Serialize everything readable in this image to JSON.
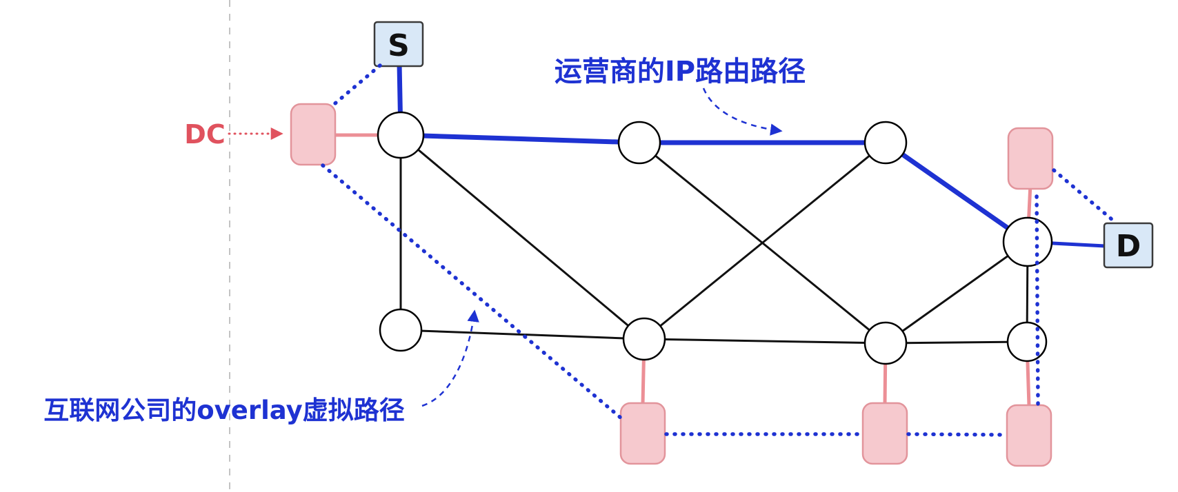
{
  "title": "Overlay network vs operator IP routing diagram",
  "palette": {
    "blue": "#1e32d2",
    "black": "#111111",
    "pink_fill": "#f6c9ce",
    "pink_stroke": "#e2949b",
    "pink_link": "#ec8f96",
    "endpoint_fill": "#d9e8f7",
    "endpoint_stroke": "#3a3a3a",
    "router_fill": "#ffffff",
    "red": "#e0525e",
    "divider_gray": "#c3c3c3"
  },
  "labels": {
    "source": "S",
    "destination": "D",
    "dc": "DC",
    "ip_path": "运营商的IP路由路径",
    "overlay_path": "互联网公司的overlay虚拟路径"
  },
  "diagram": {
    "routers": [
      "R1",
      "R2",
      "R3",
      "R4",
      "R5",
      "R6",
      "R7",
      "R8"
    ],
    "datacenters": [
      "DC1",
      "DC2",
      "DC3",
      "DC4",
      "DC5"
    ],
    "endpoints": [
      "S",
      "D"
    ],
    "physical_links": [
      [
        "R1",
        "R2"
      ],
      [
        "R2",
        "R3"
      ],
      [
        "R3",
        "R4"
      ],
      [
        "R1",
        "R5"
      ],
      [
        "R1",
        "R6"
      ],
      [
        "R2",
        "R7"
      ],
      [
        "R3",
        "R6"
      ],
      [
        "R4",
        "R7"
      ],
      [
        "R4",
        "R8"
      ],
      [
        "R5",
        "R6"
      ],
      [
        "R6",
        "R7"
      ],
      [
        "R7",
        "R8"
      ]
    ],
    "dc_attachments": [
      [
        "DC1",
        "R1"
      ],
      [
        "DC2",
        "R4"
      ],
      [
        "DC3",
        "R6"
      ],
      [
        "DC4",
        "R7"
      ],
      [
        "DC5",
        "R8"
      ]
    ],
    "ip_route_path": [
      "S",
      "R1",
      "R2",
      "R3",
      "R4",
      "D"
    ],
    "overlay_virtual_path": [
      "S",
      "DC1",
      "DC3",
      "DC4",
      "DC5",
      "DC2",
      "D"
    ]
  }
}
